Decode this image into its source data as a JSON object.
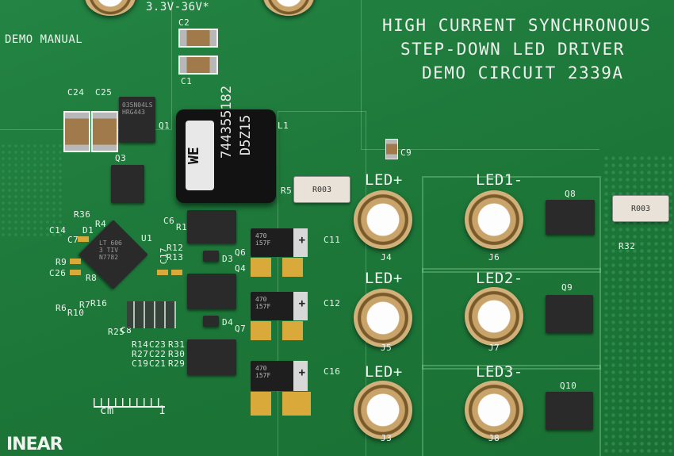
{
  "board": {
    "title_lines": [
      "HIGH CURRENT SYNCHRONOUS",
      "STEP-DOWN LED DRIVER",
      "DEMO CIRCUIT 2339A"
    ],
    "demo_manual": "DEMO MANUAL",
    "voltage": "3.3V-36V*",
    "scale": {
      "unit": "cm",
      "mark": "1"
    },
    "logo_text": "INEAR"
  },
  "inductor": {
    "label": "L1",
    "part": "744355182",
    "code": "D5Z15",
    "brand": "WE"
  },
  "resistors": {
    "r5": {
      "label": "R5",
      "value": "R003"
    },
    "r32": {
      "label": "R32",
      "value": "R003"
    }
  },
  "capacitors": [
    "C2",
    "C1",
    "C24",
    "C25",
    "C9",
    "C11",
    "C12",
    "C16"
  ],
  "mosfets": {
    "q1": {
      "label": "Q1",
      "mark": "035N04LS\nHRG443"
    },
    "q3": "Q3",
    "q4": "Q4",
    "q6": "Q6",
    "q7": "Q7",
    "q8": "Q8",
    "q9": "Q9",
    "q10": "Q10"
  },
  "diodes": [
    "D3",
    "D4"
  ],
  "ic": {
    "label": "U1",
    "mark": "LT 606\n3 TIV\nN7782"
  },
  "left_labels": [
    "R36",
    "R4",
    "C6",
    "R1",
    "D1",
    "C14",
    "C7",
    "R9",
    "C26",
    "R8",
    "R12",
    "R13",
    "C17",
    "R6",
    "R10",
    "R7",
    "R16",
    "R25",
    "C8",
    "R14",
    "R27",
    "C19",
    "C23",
    "R31",
    "C22",
    "R30",
    "C21",
    "R29"
  ],
  "connectors": {
    "j4": {
      "label": "J4",
      "name": "LED+"
    },
    "j5": {
      "label": "J5",
      "name": "LED+"
    },
    "j3": {
      "label": "J3",
      "name": "LED+"
    },
    "j6": {
      "label": "J6",
      "name": "LED1-"
    },
    "j7": {
      "label": "J7",
      "name": "LED2-"
    },
    "j8": {
      "label": "J8",
      "name": "LED3-"
    }
  },
  "tantalum": {
    "mark": "470\ni57F"
  },
  "colors": {
    "pcb": "#1f7a3a",
    "silkscreen": "#eef3ee",
    "gold": "#d9a93a"
  }
}
